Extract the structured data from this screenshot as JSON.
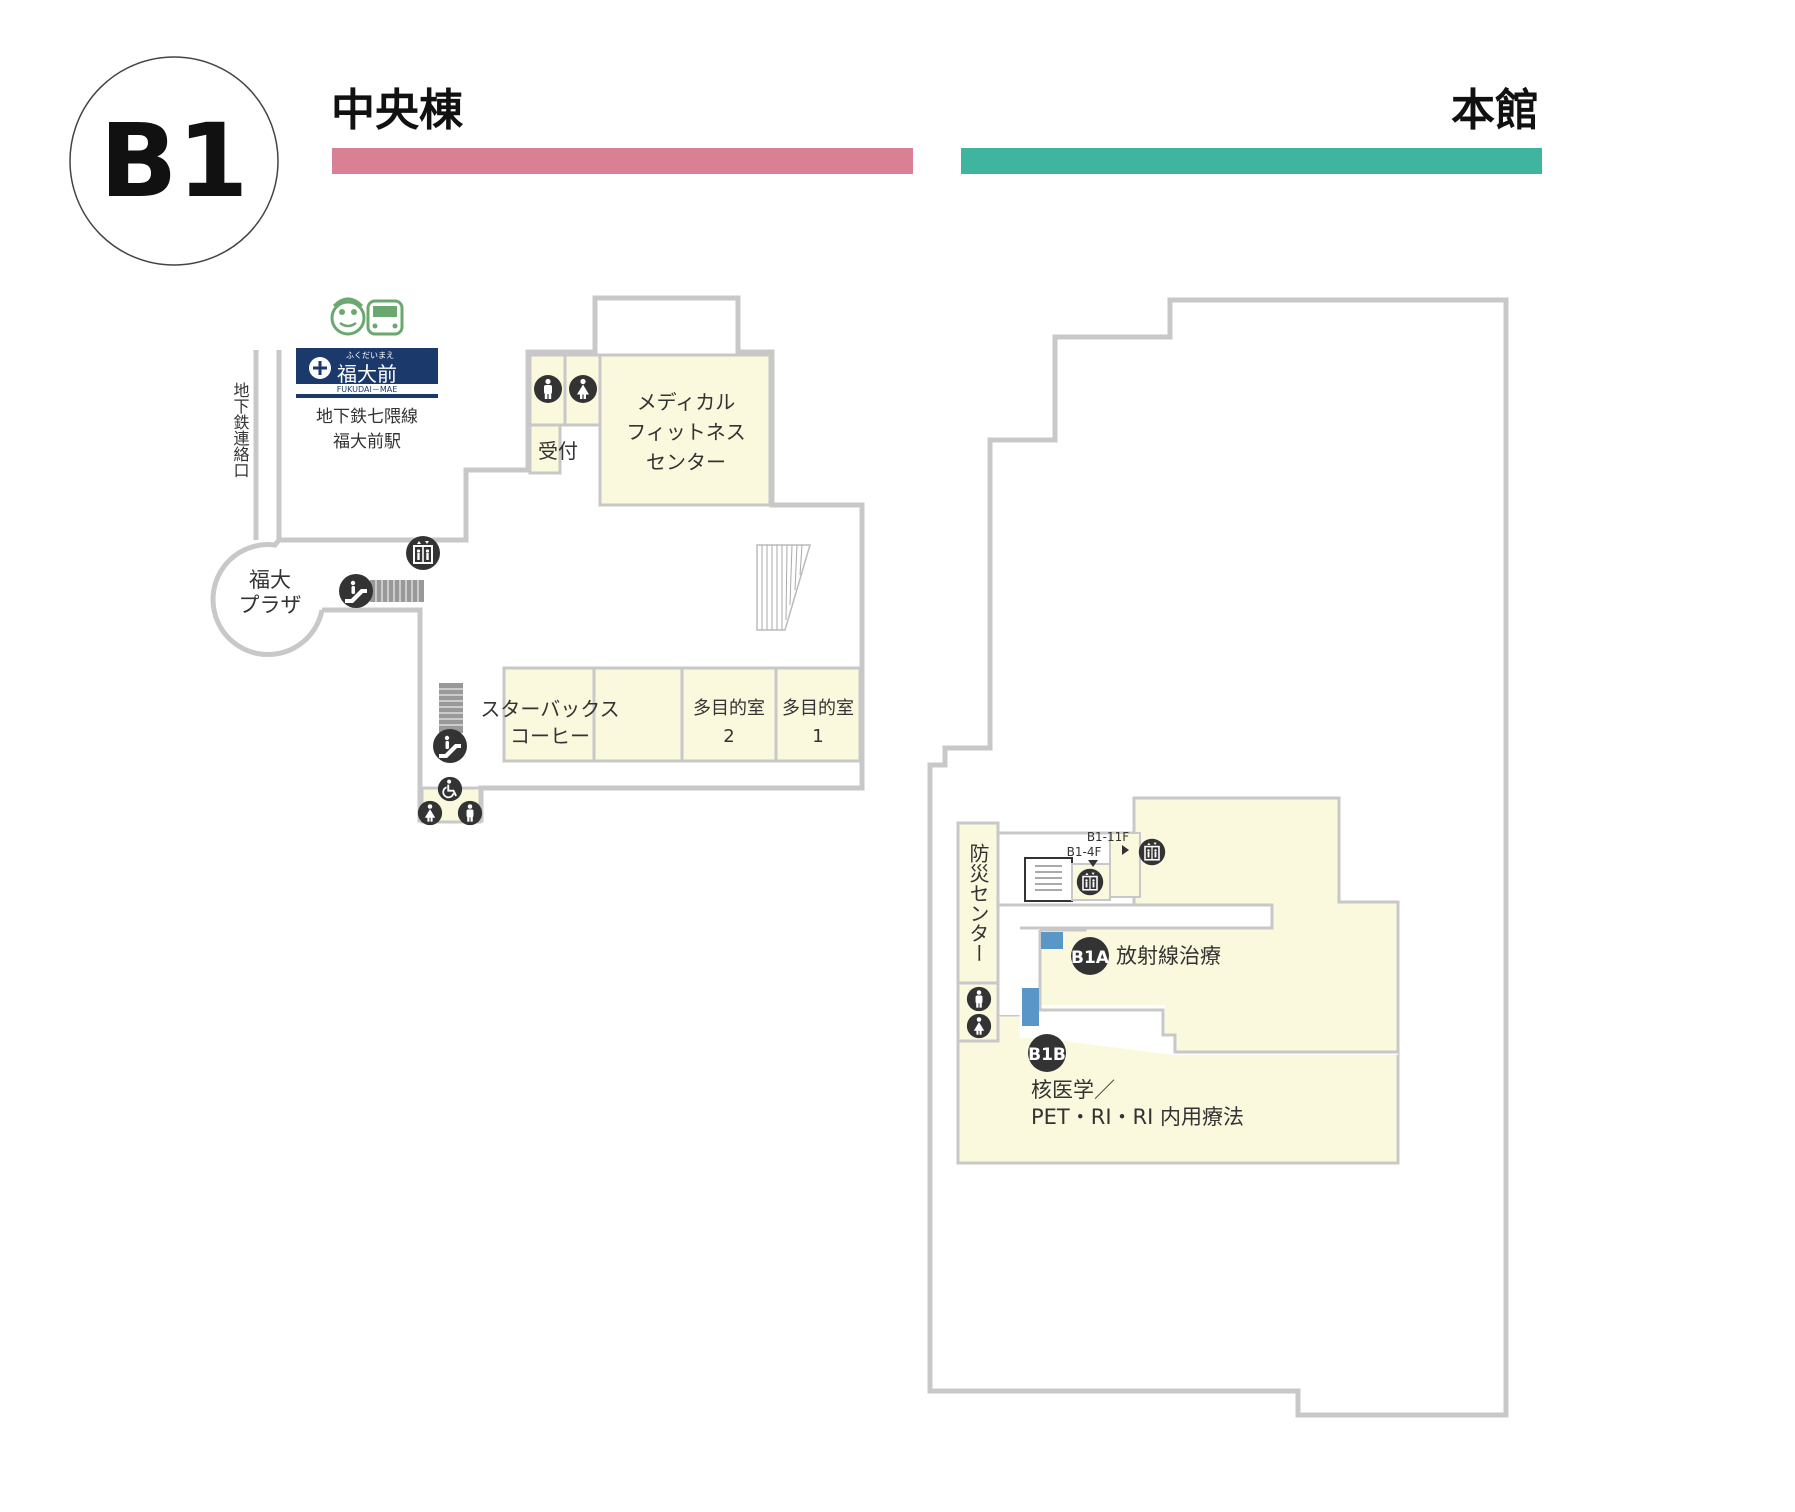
{
  "floor": {
    "label": "B1"
  },
  "headers": {
    "central": {
      "label": "中央棟",
      "color": "#d98095"
    },
    "main": {
      "label": "本館",
      "color": "#3fb5a0"
    }
  },
  "colors": {
    "wall": "#c8c8c8",
    "room_fill": "#fbf9dd",
    "icon_dark": "#333333",
    "station_navy": "#1b3a6b",
    "station_green": "#6aa870",
    "accent_blue": "#5a97c6"
  },
  "station": {
    "kana": "ふくだいまえ",
    "name": "福大前",
    "romaji": "FUKUDAI－MAE",
    "line": "地下鉄七隈線",
    "station_name": "福大前駅"
  },
  "labels": {
    "subway_exit": "地下鉄連絡口",
    "fukudai_plaza_1": "福大",
    "fukudai_plaza_2": "プラザ",
    "reception": "受付",
    "fitness_1": "メディカル",
    "fitness_2": "フィットネス",
    "fitness_3": "センター",
    "starbucks_1": "スターバックス",
    "starbucks_2": "コーヒー",
    "multi2_1": "多目的室",
    "multi2_2": "2",
    "multi1_1": "多目的室",
    "multi1_2": "1",
    "disaster_center": "防災センター",
    "elevator_b1_11f": "B1-11F",
    "elevator_b1_4f": "B1-4F",
    "b1a_badge": "B1A",
    "b1a_name": "放射線治療",
    "b1b_badge": "B1B",
    "b1b_name_1": "核医学／",
    "b1b_name_2": "PET・RI・RI 内用療法"
  },
  "icons": [
    "mascot-icon",
    "train-icon",
    "station-logo-icon",
    "elevator-icon",
    "escalator-icon",
    "stairs-icon",
    "toilet-male-icon",
    "toilet-female-icon",
    "wheelchair-icon"
  ]
}
